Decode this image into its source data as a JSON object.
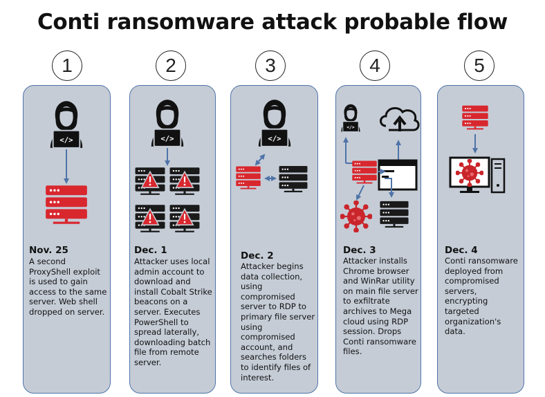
{
  "title": "Conti ransomware attack probable flow",
  "steps": [
    {
      "number": "1",
      "date": "Nov. 25",
      "description": "A second ProxyShell exploit is used to gain access to the same server. Web shell dropped on server."
    },
    {
      "number": "2",
      "date": "Dec. 1",
      "description": "Attacker uses local admin account to download and install Cobalt Strike beacons on a server. Executes PowerShell to spread laterally, downloading batch file from remote server."
    },
    {
      "number": "3",
      "date": "Dec. 2",
      "description": "Attacker begins data collection, using compromised server to RDP to primary file server using compromised account, and searches folders to identify files of interest."
    },
    {
      "number": "4",
      "date": "Dec. 3",
      "description": "Attacker installs Chrome browser and WinRar utility on main file server to exfiltrate archives to Mega cloud using RDP session. Drops Conti ransomware files."
    },
    {
      "number": "5",
      "date": "Dec. 4",
      "description": "Conti ransomware deployed from compromised servers, encrypting targeted organization's data."
    }
  ],
  "colors": {
    "panel_fill": "#c5ccd6",
    "panel_border": "#4f73a8",
    "arrow": "#4f73a8",
    "compromised_server": "#d9272e",
    "clean_server": "#1a1a1a",
    "virus": "#c9252b"
  },
  "icons": [
    "hacker-icon",
    "server-icon",
    "warning-icon",
    "cloud-upload-icon",
    "browser-window-icon",
    "virus-icon",
    "computer-icon"
  ]
}
